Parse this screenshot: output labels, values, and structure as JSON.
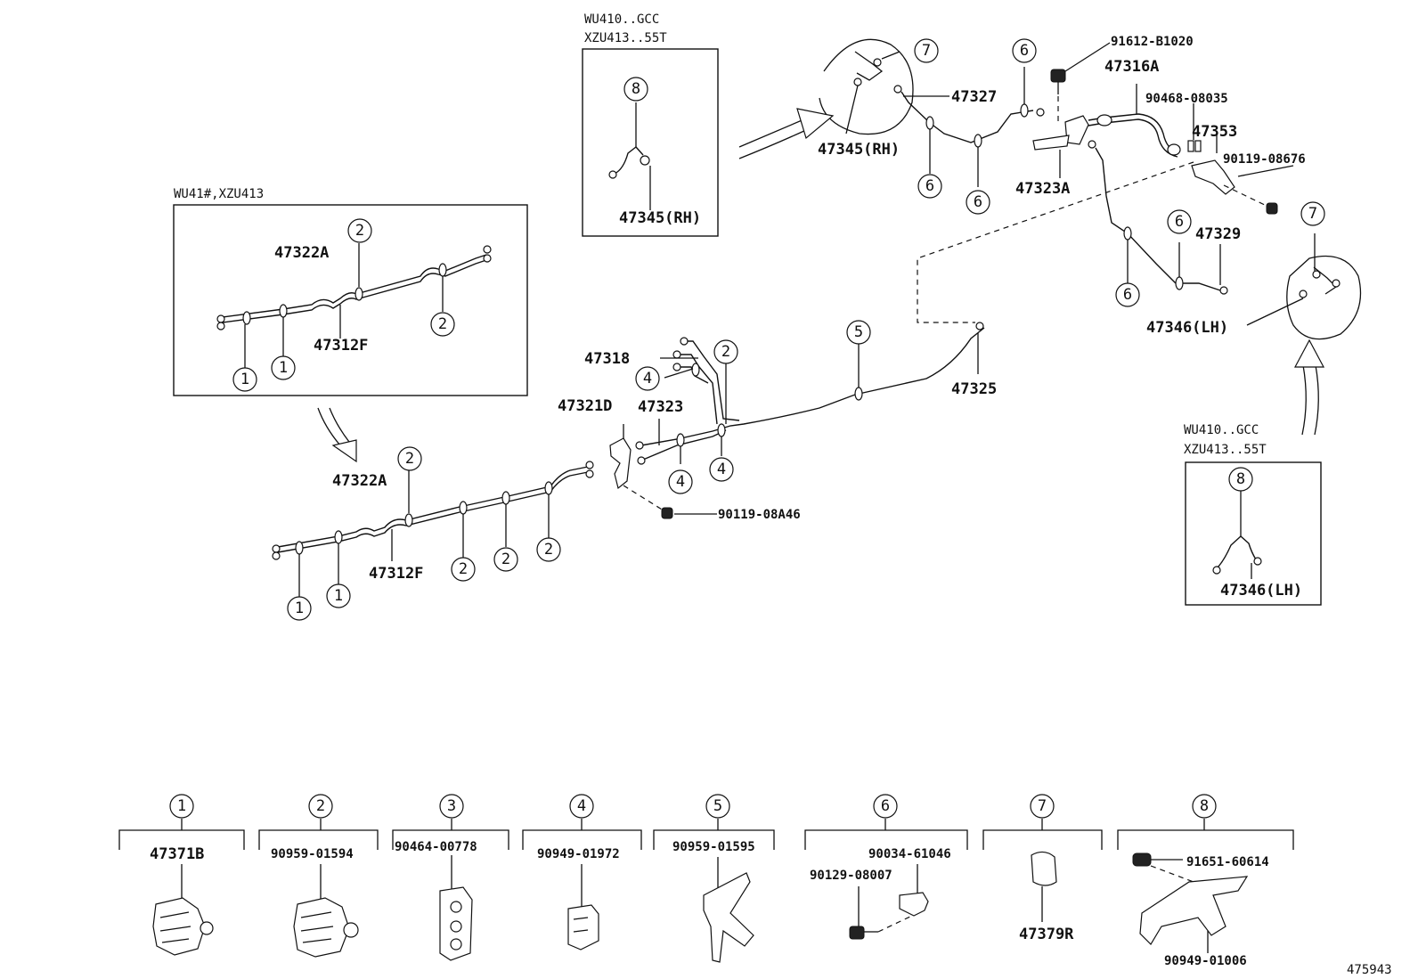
{
  "insets": {
    "wu41": {
      "header": "WU41#,XZU413"
    },
    "rh": {
      "header_line1": "WU410..GCC",
      "header_line2": "XZU413..55T"
    },
    "lh": {
      "header_line1": "WU410..GCC",
      "header_line2": "XZU413..55T"
    }
  },
  "labels": {
    "p47322A": "47322A",
    "p47312F": "47312F",
    "p47318": "47318",
    "p47321D": "47321D",
    "p47323": "47323",
    "p90119_08A46": "90119-08A46",
    "p47325": "47325",
    "p47345RH": "47345(RH)",
    "p47327": "47327",
    "p47323A": "47323A",
    "p91612_B1020": "91612-B1020",
    "p47316A": "47316A",
    "p90468_08035": "90468-08035",
    "p47353": "47353",
    "p90119_08676": "90119-08676",
    "p47329": "47329",
    "p47346LH": "47346(LH)"
  },
  "callout_numbers": [
    "1",
    "2",
    "3",
    "4",
    "5",
    "6",
    "7",
    "8"
  ],
  "legend": {
    "item1": "47371B",
    "item2": "90959-01594",
    "item3": "90464-00778",
    "item4": "90949-01972",
    "item5": "90959-01595",
    "item6a": "90034-61046",
    "item6b": "90129-08007",
    "item7": "47379R",
    "item8a": "91651-60614",
    "item8b": "90949-01006"
  },
  "diagram_id": "475943"
}
